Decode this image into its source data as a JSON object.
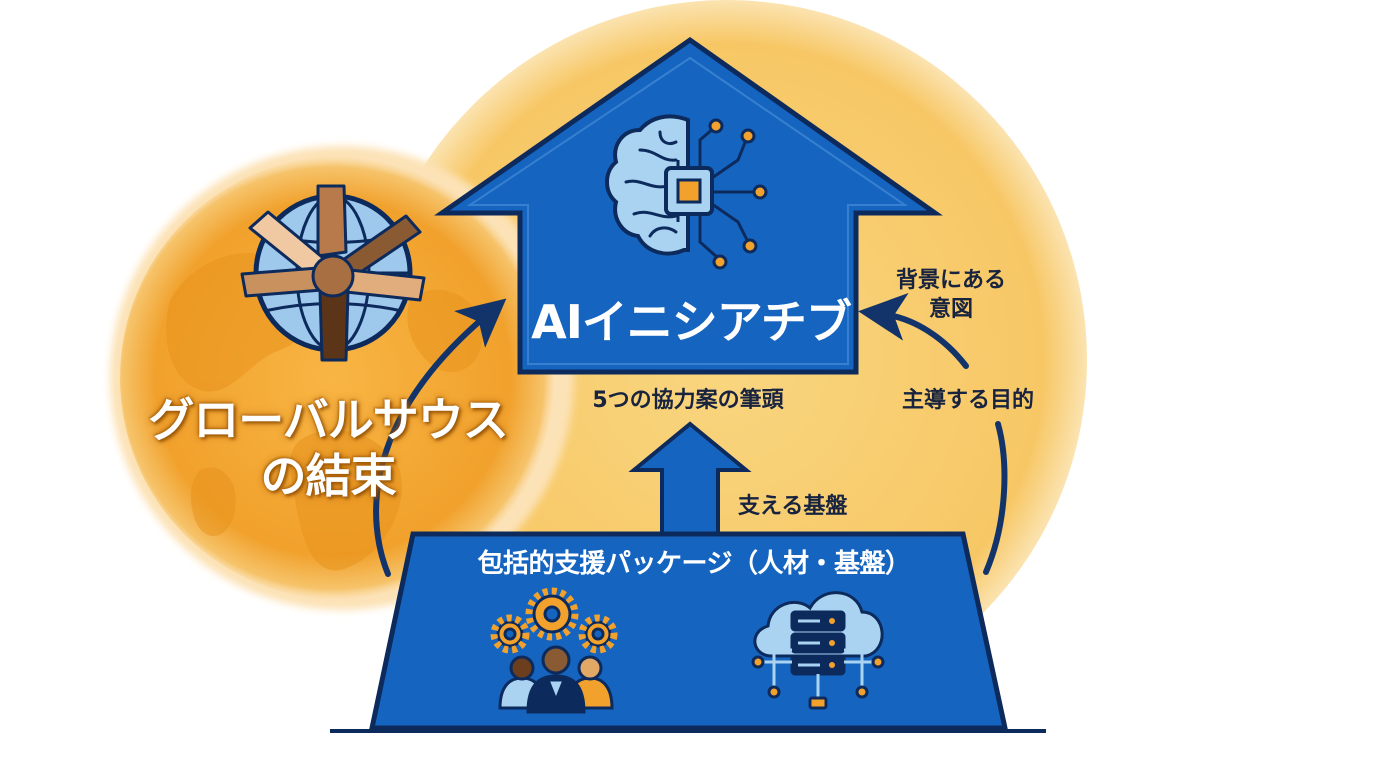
{
  "globe": {
    "title_line1": "グローバルサウス",
    "title_line2": "の結束"
  },
  "ai_initiative": {
    "title": "AIイニシアチブ",
    "caption": "5つの協力案の筆頭"
  },
  "package": {
    "title": "包括的支援パッケージ（人材・基盤）"
  },
  "labels": {
    "foundation": "支える基盤",
    "leading_purpose": "主導する目的",
    "intent_line1": "背景にある",
    "intent_line2": "意図"
  },
  "icons": {
    "globe_hands": "joined-hands-globe-icon",
    "brain_circuit": "brain-circuit-icon",
    "team_gears": "team-gears-icon",
    "cloud_server": "cloud-server-icon"
  },
  "colors": {
    "primary_blue": "#1565c0",
    "navy_outline": "#0d2a5c",
    "sun_yellow": "#f7c765",
    "globe_orange": "#f2a531",
    "icon_light_blue": "#a9d3f0"
  }
}
